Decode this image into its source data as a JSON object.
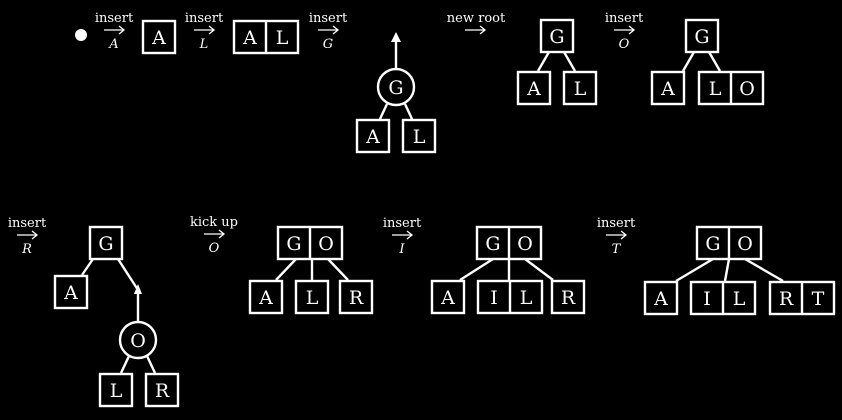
{
  "operations": [
    {
      "word": "insert",
      "arg": "A"
    },
    {
      "word": "insert",
      "arg": "L"
    },
    {
      "word": "insert",
      "arg": "G"
    },
    {
      "word": "new root",
      "arg": ""
    },
    {
      "word": "insert",
      "arg": "O"
    },
    {
      "word": "insert",
      "arg": "R"
    },
    {
      "word": "kick up",
      "arg": "O"
    },
    {
      "word": "insert",
      "arg": "I"
    },
    {
      "word": "insert",
      "arg": "T"
    }
  ],
  "nodes": {
    "s1_leaf": [
      "A"
    ],
    "s2_leaf": [
      "A",
      "L"
    ],
    "s3_circle": "G",
    "s3_left": [
      "A"
    ],
    "s3_right": [
      "L"
    ],
    "s4_root": [
      "G"
    ],
    "s4_left": [
      "A"
    ],
    "s4_right": [
      "L"
    ],
    "s5_root": [
      "G"
    ],
    "s5_left": [
      "A"
    ],
    "s5_right": [
      "L",
      "O"
    ],
    "s6_root": [
      "G"
    ],
    "s6_left": [
      "A"
    ],
    "s6_circle": "O",
    "s6_circle_left": [
      "L"
    ],
    "s6_circle_right": [
      "R"
    ],
    "s7_root": [
      "G",
      "O"
    ],
    "s7_c1": [
      "A"
    ],
    "s7_c2": [
      "L"
    ],
    "s7_c3": [
      "R"
    ],
    "s8_root": [
      "G",
      "O"
    ],
    "s8_c1": [
      "A"
    ],
    "s8_c2": [
      "I",
      "L"
    ],
    "s8_c3": [
      "R"
    ],
    "s9_root": [
      "G",
      "O"
    ],
    "s9_c1": [
      "A"
    ],
    "s9_c2": [
      "I",
      "L"
    ],
    "s9_c3": [
      "R",
      "T"
    ]
  }
}
